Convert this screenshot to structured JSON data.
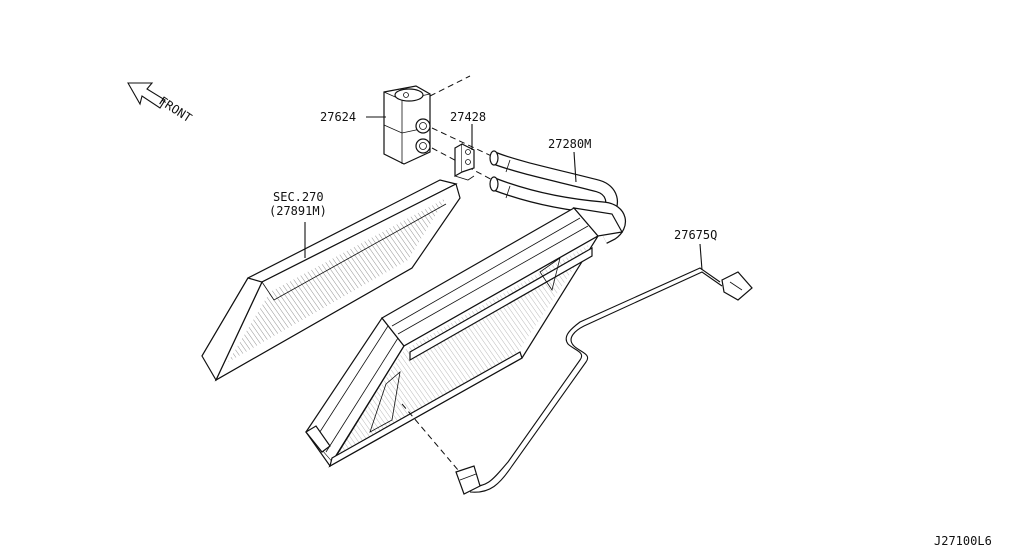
{
  "diagram": {
    "front_label": "FRONT",
    "drawing_code": "J27100L6",
    "callouts": [
      {
        "id": "expansion-valve",
        "text": "27624"
      },
      {
        "id": "bracket",
        "text": "27428"
      },
      {
        "id": "pipe-assembly",
        "text": "27280M"
      },
      {
        "id": "sensor-harness",
        "text": "27675Q"
      },
      {
        "id": "filter-sec",
        "text": "SEC.270"
      },
      {
        "id": "filter-part",
        "text": "(27891M)"
      }
    ]
  }
}
